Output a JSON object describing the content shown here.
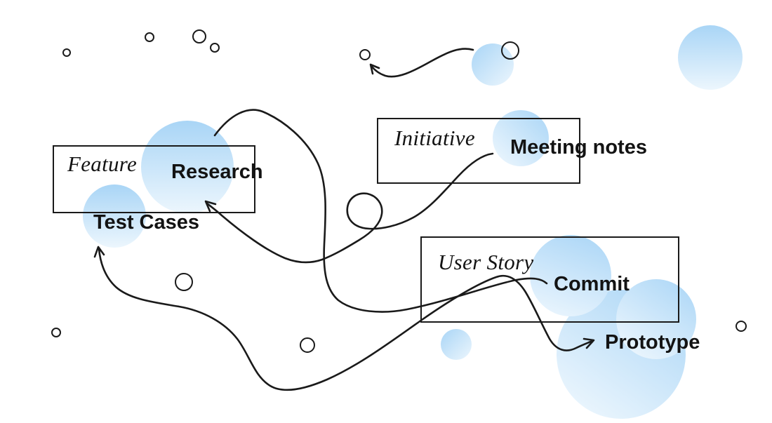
{
  "canvas": {
    "background": "#ffffff",
    "ink_color": "#1a1a1a",
    "bubble_color_strong": "#a9d5f6",
    "bubble_color_faint": "#ecf6fd"
  },
  "boxes": {
    "feature": {
      "label": "Feature"
    },
    "initiative": {
      "label": "Initiative"
    },
    "user_story": {
      "label": "User Story"
    }
  },
  "nodes": {
    "research": {
      "label": "Research"
    },
    "test_cases": {
      "label": "Test Cases"
    },
    "meeting_notes": {
      "label": "Meeting notes"
    },
    "commit": {
      "label": "Commit"
    },
    "prototype": {
      "label": "Prototype"
    }
  },
  "connections": [
    {
      "from": "meeting_notes",
      "to": "research",
      "shape": "curve with pigtail loop",
      "arrowheads": "at research"
    },
    {
      "from": "commit",
      "to": "research",
      "shape": "tall arc with steep drop",
      "arrowheads": "none"
    },
    {
      "from": "prototype",
      "to": "test_cases",
      "shape": "long squiggle across bottom",
      "arrowheads": "both ends"
    },
    {
      "from": "top bubble",
      "to": "small ring",
      "shape": "s-curve",
      "arrowheads": "at ring"
    }
  ],
  "decorations": {
    "blue_bubble_count": 9,
    "outline_ring_count": 10
  }
}
